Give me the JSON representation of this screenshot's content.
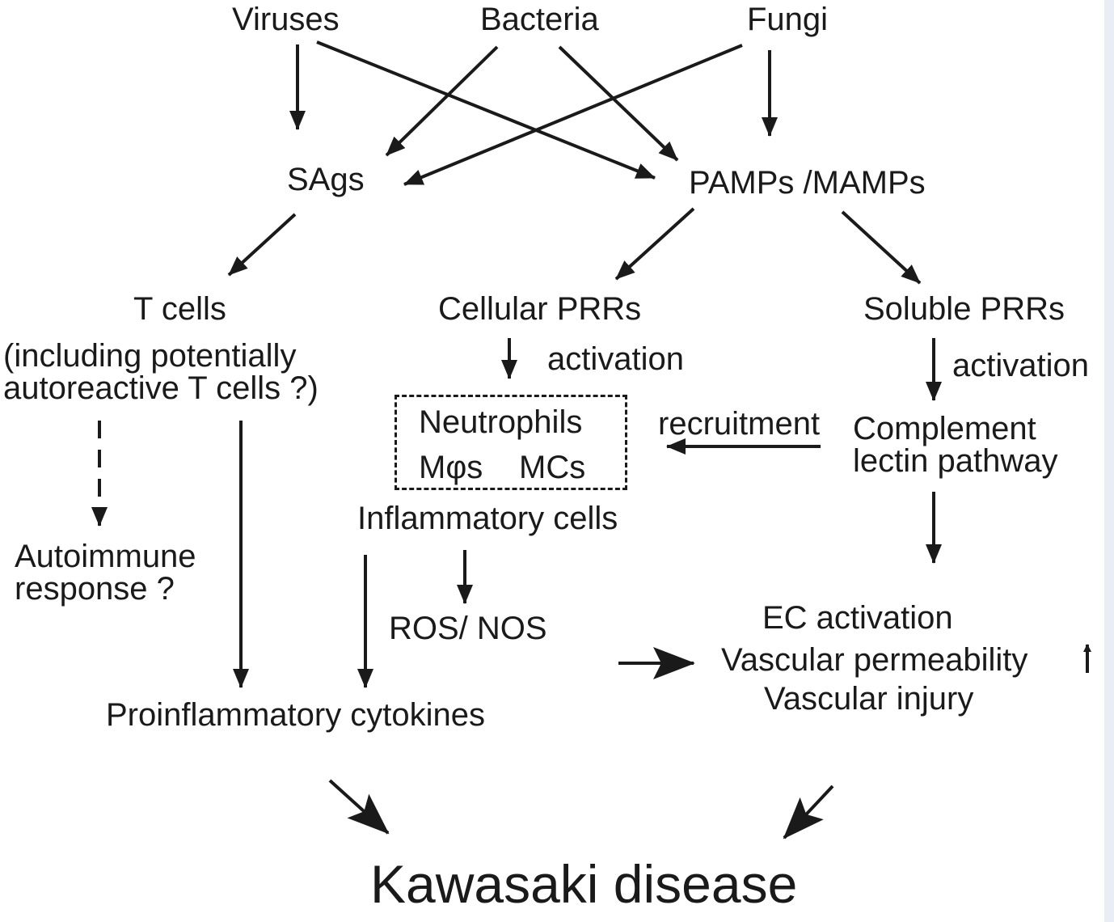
{
  "sources": {
    "viruses": "Viruses",
    "bacteria": "Bacteria",
    "fungi": "Fungi"
  },
  "intermediates": {
    "sags": "SAgs",
    "pamps": "PAMPs /MAMPs"
  },
  "branches": {
    "t_cells": "T cells",
    "t_cells_note_line1": "(including potentially",
    "t_cells_note_line2": "autoreactive T cells ?)",
    "cellular_prrs": "Cellular PRRs",
    "soluble_prrs": "Soluble PRRs"
  },
  "edge_labels": {
    "activation_cellular": "activation",
    "activation_soluble": "activation",
    "recruitment": "recruitment"
  },
  "inflammatory_box": {
    "neutrophils": "Neutrophils",
    "macrophages": "Mφs",
    "mast_cells": "MCs",
    "caption": "Inflammatory cells"
  },
  "complement": {
    "line1": "Complement",
    "line2": "lectin pathway"
  },
  "autoimmune": {
    "line1": "Autoimmune",
    "line2": "response ?"
  },
  "ros_nos": "ROS/ NOS",
  "vascular": {
    "line1": "EC activation",
    "line2": "Vascular permeability",
    "line3": "Vascular  injury"
  },
  "cytokines": "Proinflammatory cytokines",
  "outcome": "Kawasaki disease",
  "colors": {
    "ink": "#1a1a1a",
    "right_edge": "#e8eef4"
  }
}
